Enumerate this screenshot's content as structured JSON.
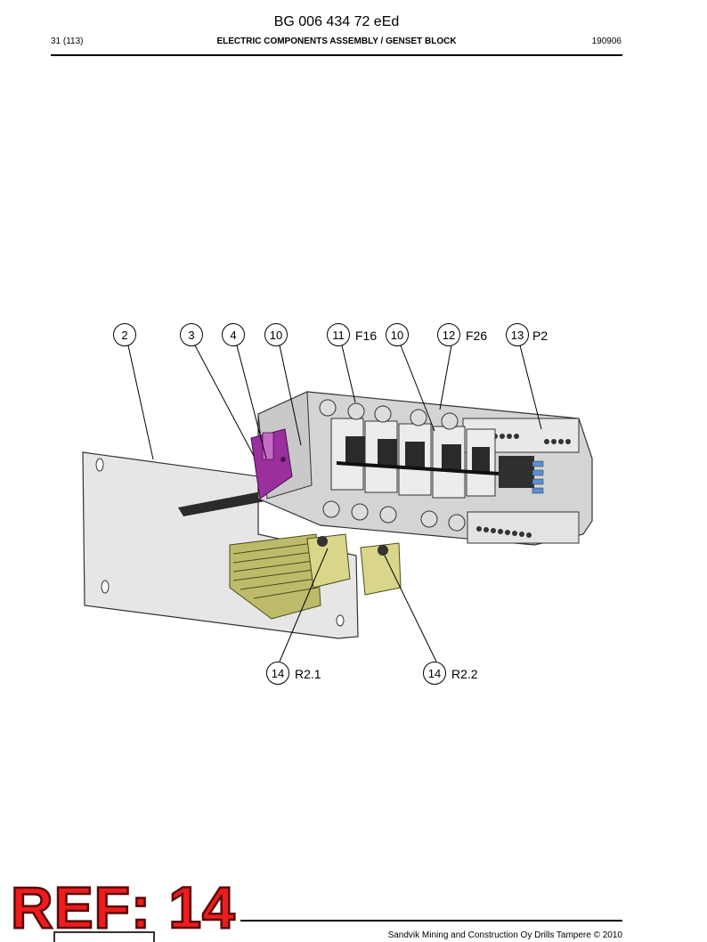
{
  "header": {
    "doc_number": "BG 006 434 72 eEd",
    "page": "31 (113)",
    "title": "ELECTRIC COMPONENTS ASSEMBLY / GENSET BLOCK",
    "date_code": "190906"
  },
  "callouts": [
    {
      "num": "2",
      "label": ""
    },
    {
      "num": "3",
      "label": ""
    },
    {
      "num": "4",
      "label": ""
    },
    {
      "num": "10",
      "label": ""
    },
    {
      "num": "11",
      "label": "F16"
    },
    {
      "num": "10",
      "label": ""
    },
    {
      "num": "12",
      "label": "F26"
    },
    {
      "num": "13",
      "label": "P2"
    },
    {
      "num": "14",
      "label": "R2.1"
    },
    {
      "num": "14",
      "label": "R2.2"
    }
  ],
  "stamp": "REF: 14",
  "footer": "Sandvik Mining and Construction Oy Drills Tampere © 2010",
  "colors": {
    "stamp_red": "#ee1c1c",
    "connector_purple": "#9b2f9e",
    "resistor_yellow": "#d9d68a",
    "housing_gray": "#d4d4d4"
  }
}
